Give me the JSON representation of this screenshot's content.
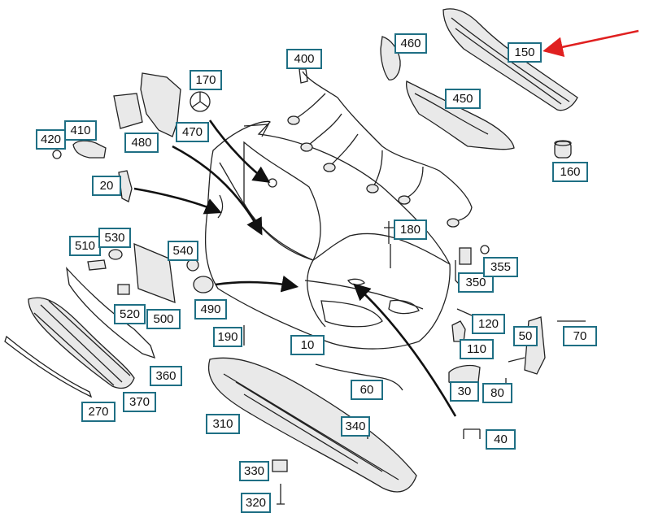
{
  "callouts": {
    "c10": "10",
    "c20": "20",
    "c30": "30",
    "c40": "40",
    "c50": "50",
    "c60": "60",
    "c70": "70",
    "c80": "80",
    "c110": "110",
    "c120": "120",
    "c150": "150",
    "c160": "160",
    "c170": "170",
    "c180": "180",
    "c190": "190",
    "c270": "270",
    "c310": "310",
    "c320": "320",
    "c330": "330",
    "c340": "340",
    "c350": "350",
    "c355": "355",
    "c360": "360",
    "c370": "370",
    "c400": "400",
    "c410": "410",
    "c420": "420",
    "c450": "450",
    "c460": "460",
    "c470": "470",
    "c480": "480",
    "c490": "490",
    "c500": "500",
    "c510": "510",
    "c520": "520",
    "c530": "530",
    "c540": "540"
  },
  "colors": {
    "label_border": "#1f6f84",
    "highlight_arrow": "#e02020",
    "line": "#222222"
  }
}
